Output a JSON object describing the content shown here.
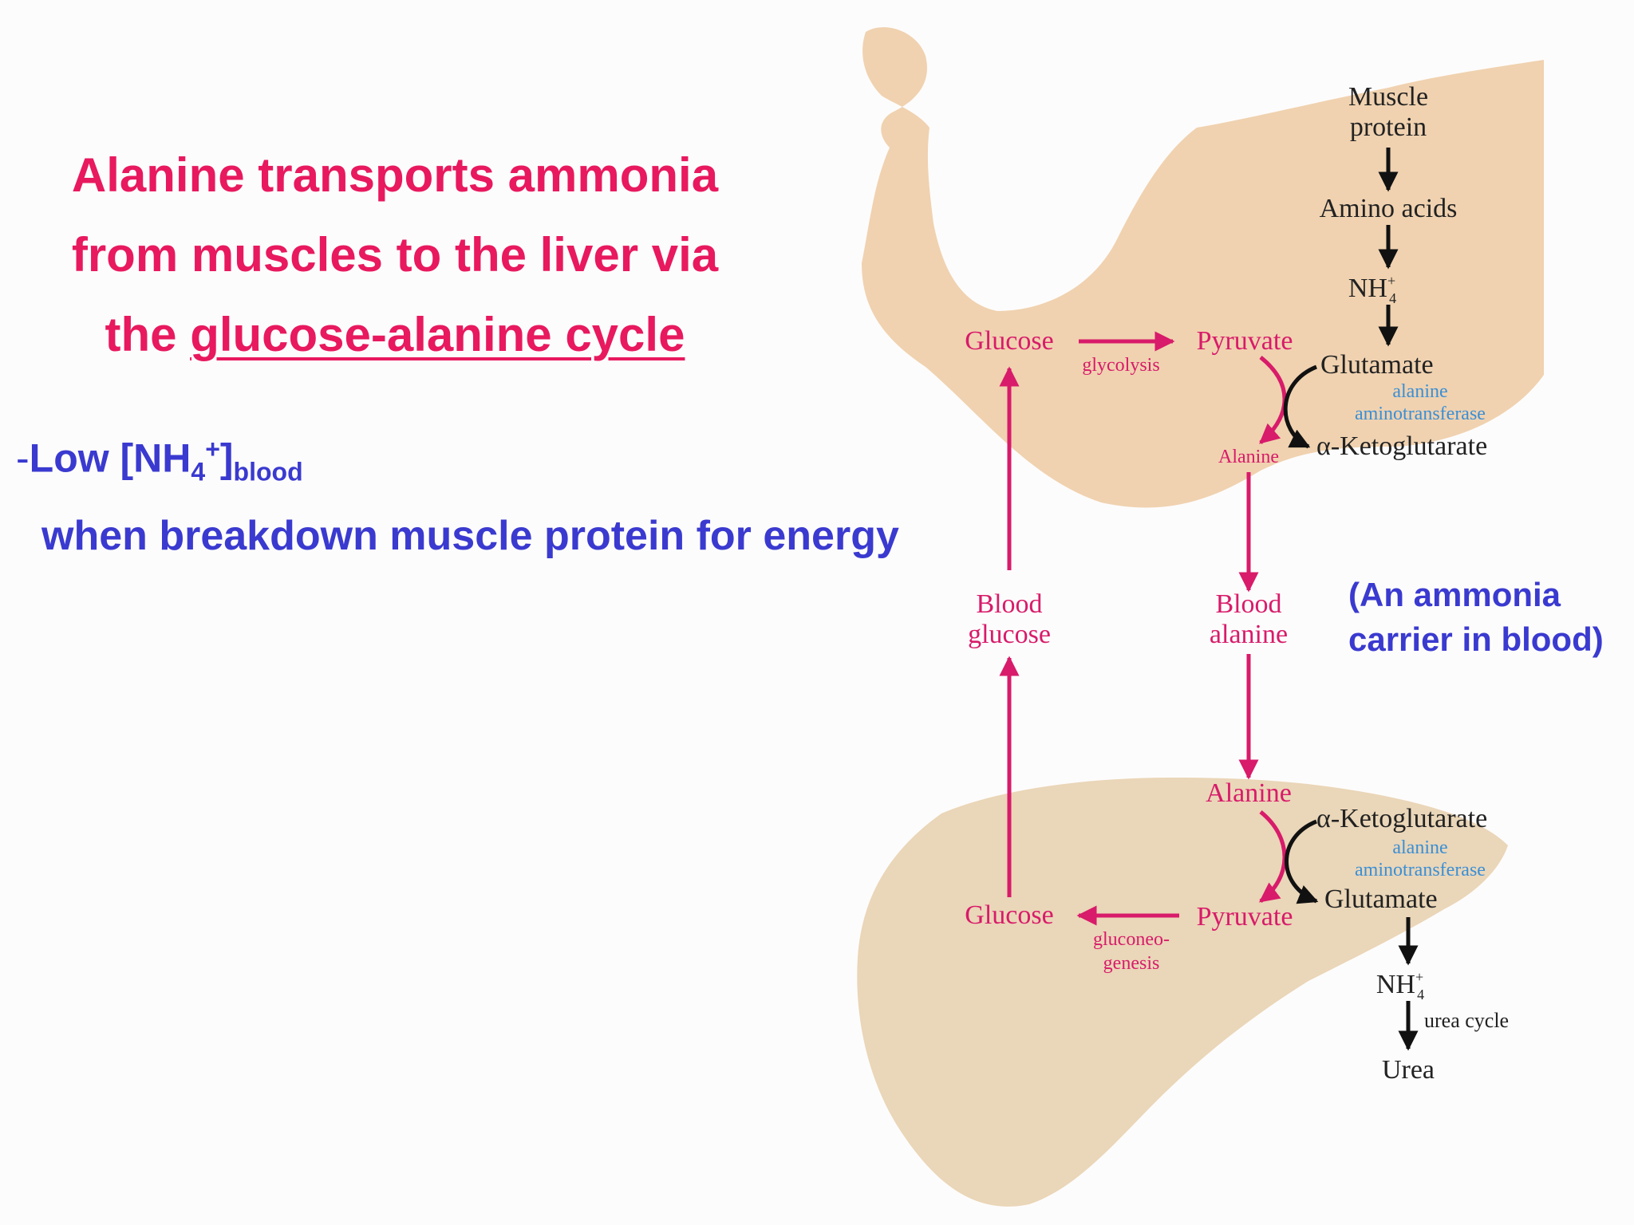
{
  "title": {
    "line1": "Alanine transports ammonia",
    "line2": "from muscles to the liver via",
    "line3_prefix": "the ",
    "line3_term": "glucose-alanine cycle"
  },
  "note_low": {
    "dash": "-",
    "text": "Low [NH",
    "sub": "4",
    "sup": "+",
    "close": "]",
    "blood_sub": "blood"
  },
  "note_when": "when breakdown muscle protein for energy",
  "carrier": {
    "line1": "(An ammonia",
    "line2": "carrier in blood)"
  },
  "muscle": {
    "protein_l1": "Muscle",
    "protein_l2": "protein",
    "amino_acids": "Amino acids",
    "nh4": "NH",
    "nh4_sub": "4",
    "nh4_sup": "+",
    "glucose": "Glucose",
    "glycolysis": "glycolysis",
    "pyruvate": "Pyruvate",
    "glutamate": "Glutamate",
    "enzyme_l1": "alanine",
    "enzyme_l2": "aminotransferase",
    "alanine": "Alanine",
    "ketoglutarate": "α-Ketoglutarate"
  },
  "blood": {
    "glucose_l1": "Blood",
    "glucose_l2": "glucose",
    "alanine_l1": "Blood",
    "alanine_l2": "alanine"
  },
  "liver": {
    "alanine": "Alanine",
    "ketoglutarate": "α-Ketoglutarate",
    "enzyme_l1": "alanine",
    "enzyme_l2": "aminotransferase",
    "glutamate": "Glutamate",
    "glucose": "Glucose",
    "pyruvate": "Pyruvate",
    "gluconeo_l1": "gluconeo-",
    "gluconeo_l2": "genesis",
    "nh4": "NH",
    "nh4_sub": "4",
    "nh4_sup": "+",
    "urea_cycle": "urea cycle",
    "urea": "Urea"
  },
  "colors": {
    "pink": "#e8195e",
    "blue_text": "#3a3ad0",
    "arrow_pink": "#d81b6a",
    "tissue": "#f0d2b0",
    "liver": "#ead6b8"
  }
}
